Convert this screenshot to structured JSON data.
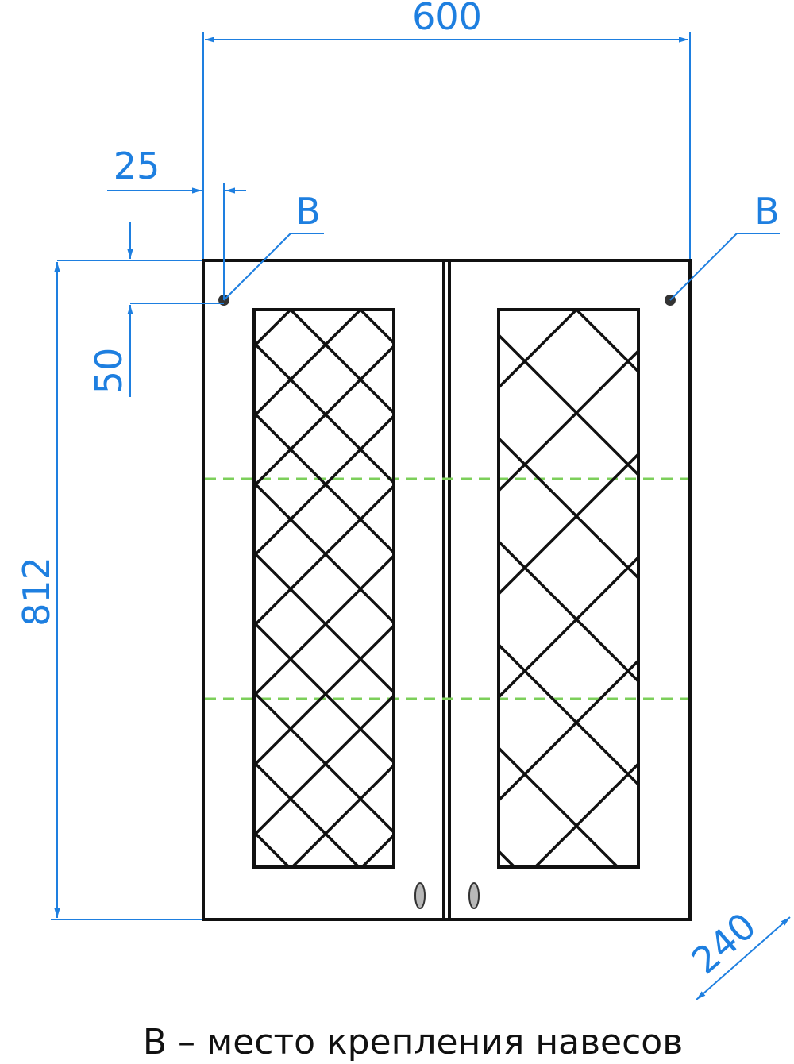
{
  "colors": {
    "dimension": "#1e7fe0",
    "outline": "#111111",
    "shelf": "#7ccf5a",
    "handle": "#b8b8b8",
    "mount_point": "#333333"
  },
  "dimensions": {
    "width": "600",
    "height": "812",
    "depth": "240",
    "mount_offset_x": "25",
    "mount_offset_y": "50"
  },
  "callouts": {
    "left": "B",
    "right": "B"
  },
  "caption": "B – место крепления навесов"
}
